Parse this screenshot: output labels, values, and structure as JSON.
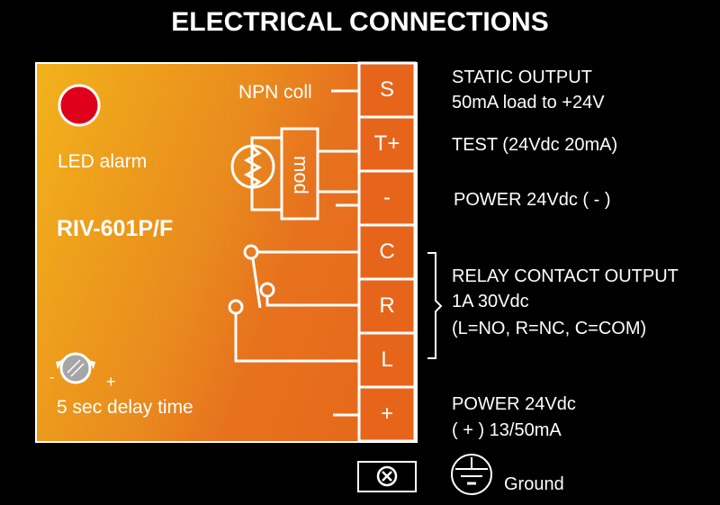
{
  "title": "ELECTRICAL CONNECTIONS",
  "device": {
    "model": "RIV-601P/F",
    "led_label": "LED alarm",
    "delay_label": "5 sec delay time",
    "knob_minus": "-",
    "knob_plus": "+",
    "npn_label": "NPN coll",
    "mod_label": "mod",
    "led_color": "#e0001b",
    "panel_color": "#e7721e"
  },
  "terminals": [
    {
      "id": "S",
      "label": "S"
    },
    {
      "id": "T+",
      "label": "T+"
    },
    {
      "id": "-",
      "label": "-"
    },
    {
      "id": "C",
      "label": "C"
    },
    {
      "id": "R",
      "label": "R"
    },
    {
      "id": "L",
      "label": "L"
    },
    {
      "id": "+",
      "label": "+"
    }
  ],
  "descriptions": {
    "static_output_1": "STATIC OUTPUT",
    "static_output_2": "50mA load to +24V",
    "test": "TEST (24Vdc 20mA)",
    "power_neg": "POWER 24Vdc ( - )",
    "relay_1": "RELAY CONTACT OUTPUT",
    "relay_2": "1A 30Vdc",
    "relay_3": "(L=NO, R=NC, C=COM)",
    "power_pos_1": "POWER 24Vdc",
    "power_pos_2": "( + ) 13/50mA",
    "ground": "Ground"
  }
}
